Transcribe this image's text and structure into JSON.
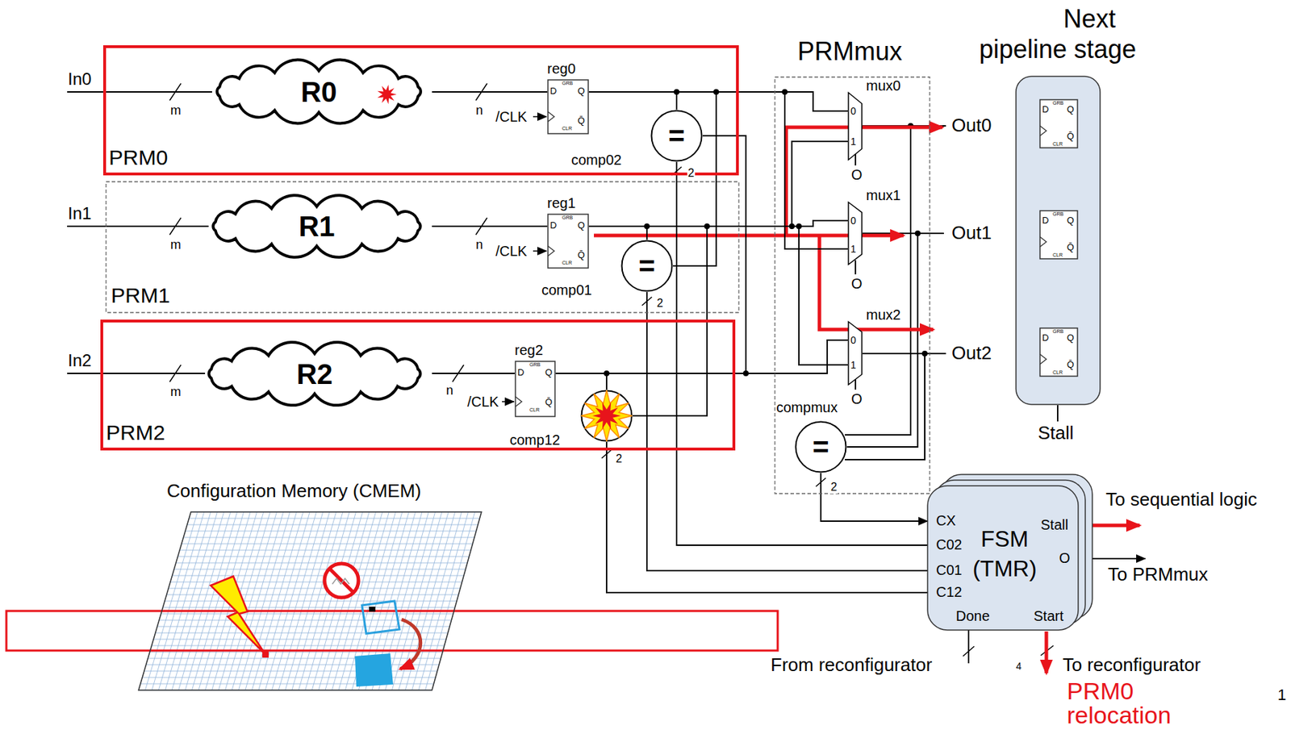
{
  "diagram": {
    "nodes": [
      {
        "text": [
          "PRM0"
        ]
      },
      {
        "text": [
          "R0"
        ],
        "in": 0
      },
      {
        "text": [
          "reg0",
          "D",
          "GRB",
          "Q",
          "CLR",
          "Q̄"
        ],
        "in": 0
      },
      {
        "text": [
          "=",
          "comp02"
        ],
        "in": 0
      },
      {
        "text": [
          "PRM1"
        ]
      },
      {
        "text": [
          "R1"
        ],
        "in": 4
      },
      {
        "text": [
          "reg1",
          "D",
          "GRB",
          "Q",
          "CLR",
          "Q̄"
        ],
        "in": 4
      },
      {
        "text": [
          "=",
          "comp01"
        ],
        "in": 4
      },
      {
        "text": [
          "PRM2"
        ]
      },
      {
        "text": [
          "R2"
        ],
        "in": 8
      },
      {
        "text": [
          "reg2",
          "D",
          "GRB",
          "Q",
          "CLR",
          "Q̄"
        ],
        "in": 8
      },
      {
        "text": [
          "comp12"
        ],
        "in": 8
      },
      {
        "text": [
          "PRMmux"
        ]
      },
      {
        "text": [
          "mux0",
          "0",
          "1"
        ],
        "in": 12
      },
      {
        "text": [
          "mux1",
          "0",
          "1"
        ],
        "in": 12
      },
      {
        "text": [
          "mux2",
          "0",
          "1"
        ],
        "in": 12
      },
      {
        "text": [
          "=",
          "compmux"
        ],
        "in": 12
      },
      {
        "text": [
          "Next pipeline stage"
        ]
      },
      {
        "text": [
          "D",
          "GRB",
          "Q",
          "CLR",
          "Q̄"
        ],
        "in": 17
      },
      {
        "text": [
          "D",
          "GRB",
          "Q",
          "CLR",
          "Q̄"
        ],
        "in": 17
      },
      {
        "text": [
          "D",
          "GRB",
          "Q",
          "CLR",
          "Q̄"
        ],
        "in": 17
      },
      {
        "text": [
          "FSM (TMR)",
          "CX",
          "C02",
          "C01",
          "C12",
          "Stall",
          "O",
          "Done",
          "Start"
        ]
      },
      {
        "text": [
          "Configuration Memory (CMEM)"
        ]
      }
    ],
    "edges": [
      {
        "from": 1,
        "to": 2,
        "arrow": "none"
      },
      {
        "from": 5,
        "to": 6,
        "arrow": "none"
      },
      {
        "from": 9,
        "to": 10,
        "arrow": "none"
      },
      {
        "from": 2,
        "to": 3,
        "arrow": "none"
      },
      {
        "from": 2,
        "to": 7,
        "arrow": "none"
      },
      {
        "from": 2,
        "to": 13,
        "arrow": "none"
      },
      {
        "from": 2,
        "to": 14,
        "arrow": "none"
      },
      {
        "from": 6,
        "to": 7,
        "arrow": "none"
      },
      {
        "from": 6,
        "to": 11,
        "arrow": "none"
      },
      {
        "from": 6,
        "to": 13,
        "arrow": "none"
      },
      {
        "from": 6,
        "to": 14,
        "arrow": "none"
      },
      {
        "from": 6,
        "to": 15,
        "arrow": "none"
      },
      {
        "from": 10,
        "to": 11,
        "arrow": "none"
      },
      {
        "from": 10,
        "to": 3,
        "arrow": "none"
      },
      {
        "from": 10,
        "to": 15,
        "arrow": "none"
      },
      {
        "from": 3,
        "to": 21,
        "arrow": "none"
      },
      {
        "from": 7,
        "to": 21,
        "arrow": "none"
      },
      {
        "from": 11,
        "to": 21,
        "arrow": "none"
      },
      {
        "from": 16,
        "to": 21,
        "arrow": "to"
      }
    ],
    "labels": [
      "In0",
      "m",
      "n",
      "/CLK",
      "2",
      "In1",
      "m",
      "n",
      "/CLK",
      "2",
      "In2",
      "m",
      "n",
      "/CLK",
      "2",
      "O",
      "O",
      "O",
      "2",
      "Out0",
      "Out1",
      "Out2",
      "Stall",
      "To sequential logic",
      "To PRMmux",
      "From reconfigurator",
      "4",
      "To reconfigurator",
      "PRM0 relocation",
      "1"
    ]
  }
}
